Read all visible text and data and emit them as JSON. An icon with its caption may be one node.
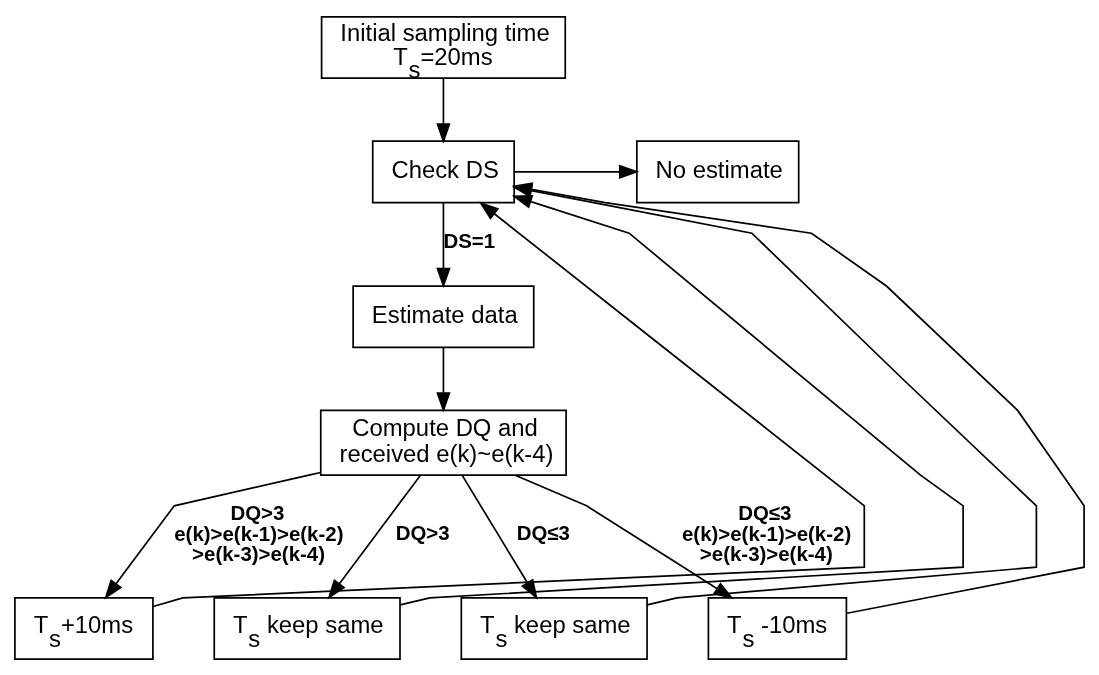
{
  "diagram": {
    "nodes": [
      {
        "text": [
          "Initial sampling time T$_{s}$=20ms"
        ]
      },
      {
        "text": [
          "Check DS"
        ]
      },
      {
        "text": [
          "No estimate"
        ]
      },
      {
        "text": [
          "Estimate data"
        ]
      },
      {
        "text": [
          "Compute DQ and received e(k)~e(k-4)"
        ]
      },
      {
        "text": [
          "T$_{s}$+10ms"
        ]
      },
      {
        "text": [
          "T$_{s}$ keep same"
        ]
      },
      {
        "text": [
          "T$_{s}$ keep same"
        ]
      },
      {
        "text": [
          "T$_{s}$ -10ms"
        ]
      }
    ],
    "edges": [
      {
        "from": 0,
        "to": 1,
        "arrow": "to"
      },
      {
        "from": 1,
        "to": 2,
        "arrow": "to"
      },
      {
        "from": 1,
        "to": 3,
        "arrow": "to",
        "label": "DS=1"
      },
      {
        "from": 3,
        "to": 4,
        "arrow": "to"
      },
      {
        "from": 4,
        "to": 5,
        "arrow": "to",
        "label": "DQ>3 e(k)>e(k-1)>e(k-2) >e(k-3)>e(k-4)"
      },
      {
        "from": 4,
        "to": 6,
        "arrow": "to",
        "label": "DQ>3"
      },
      {
        "from": 4,
        "to": 7,
        "arrow": "to",
        "label": "DQ≤3"
      },
      {
        "from": 4,
        "to": 8,
        "arrow": "to",
        "label": "DQ≤3 e(k)>e(k-1)>e(k-2) >e(k-3)>e(k-4)"
      },
      {
        "from": 5,
        "to": 1,
        "arrow": "to"
      },
      {
        "from": 6,
        "to": 1,
        "arrow": "to"
      },
      {
        "from": 7,
        "to": 1,
        "arrow": "to"
      },
      {
        "from": 8,
        "to": 1,
        "arrow": "to"
      }
    ]
  }
}
